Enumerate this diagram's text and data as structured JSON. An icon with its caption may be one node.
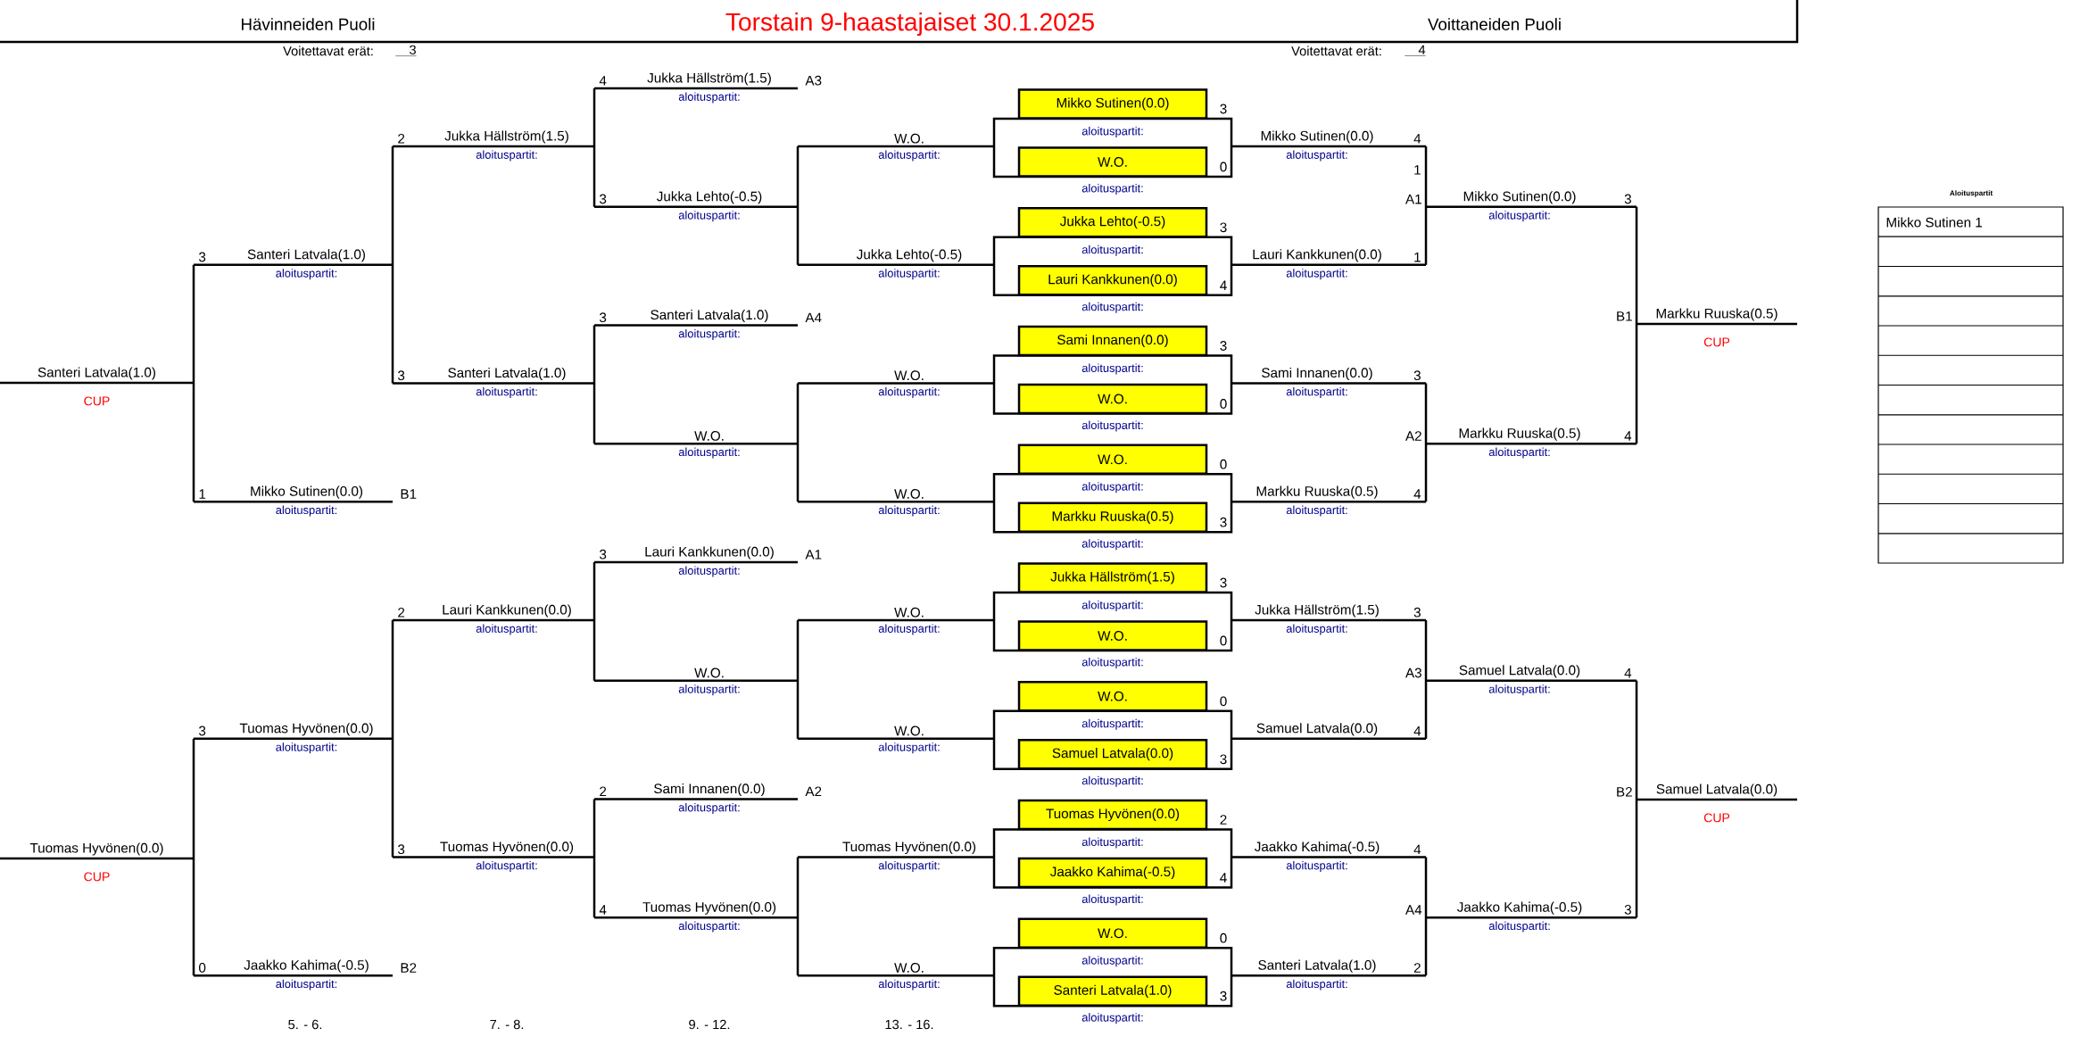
{
  "diagram": {
    "title": "Torstain 9-haastajaiset 30.1.2025",
    "nodes": [
      {
        "text": [
          "Mikko Sutinen(0.0)"
        ],
        "beside": [
          "3",
          "aloituspartit:"
        ]
      },
      {
        "text": [
          "W.O."
        ],
        "beside": [
          "0",
          "aloituspartit:"
        ]
      },
      {
        "text": [
          "Jukka Lehto(-0.5)"
        ],
        "beside": [
          "3",
          "aloituspartit:"
        ]
      },
      {
        "text": [
          "Lauri Kankkunen(0.0)"
        ],
        "beside": [
          "4",
          "aloituspartit:"
        ]
      },
      {
        "text": [
          "Sami Innanen(0.0)"
        ],
        "beside": [
          "3",
          "aloituspartit:"
        ]
      },
      {
        "text": [
          "W.O."
        ],
        "beside": [
          "0",
          "aloituspartit:"
        ]
      },
      {
        "text": [
          "W.O."
        ],
        "beside": [
          "0",
          "aloituspartit:"
        ]
      },
      {
        "text": [
          "Markku Ruuska(0.5)"
        ],
        "beside": [
          "3",
          "aloituspartit:"
        ]
      },
      {
        "text": [
          "Jukka Hällström(1.5)"
        ],
        "beside": [
          "3",
          "aloituspartit:"
        ]
      },
      {
        "text": [
          "W.O."
        ],
        "beside": [
          "0",
          "aloituspartit:"
        ]
      },
      {
        "text": [
          "W.O."
        ],
        "beside": [
          "0",
          "aloituspartit:"
        ]
      },
      {
        "text": [
          "Samuel Latvala(0.0)"
        ],
        "beside": [
          "3",
          "aloituspartit:"
        ]
      },
      {
        "text": [
          "Tuomas Hyvönen(0.0)"
        ],
        "beside": [
          "2",
          "aloituspartit:"
        ]
      },
      {
        "text": [
          "Jaakko Kahima(-0.5)"
        ],
        "beside": [
          "4",
          "aloituspartit:"
        ]
      },
      {
        "text": [
          "W.O."
        ],
        "beside": [
          "0",
          "aloituspartit:"
        ]
      },
      {
        "text": [
          "Santeri Latvala(1.0)"
        ],
        "beside": [
          "3",
          "aloituspartit:"
        ]
      }
    ],
    "labels": [
      "Hävinneiden Puoli",
      "Voittaneiden Puoli",
      "Voitettavat erät:",
      "3",
      "Voitettavat erät:",
      "4",
      "Santeri Latvala(1.0)",
      "CUP",
      "Tuomas Hyvönen(0.0)",
      "CUP",
      "3",
      "Santeri Latvala(1.0)",
      "aloituspartit:",
      "1",
      "Mikko Sutinen(0.0)",
      "B1",
      "aloituspartit:",
      "3",
      "Tuomas Hyvönen(0.0)",
      "aloituspartit:",
      "0",
      "Jaakko Kahima(-0.5)",
      "B2",
      "aloituspartit:",
      "2",
      "Jukka Hällström(1.5)",
      "aloituspartit:",
      "3",
      "Santeri Latvala(1.0)",
      "aloituspartit:",
      "2",
      "Lauri Kankkunen(0.0)",
      "aloituspartit:",
      "3",
      "Tuomas Hyvönen(0.0)",
      "aloituspartit:",
      "4",
      "Jukka Hällström(1.5)",
      "A3",
      "aloituspartit:",
      "3",
      "Jukka Lehto(-0.5)",
      "aloituspartit:",
      "3",
      "Santeri Latvala(1.0)",
      "A4",
      "aloituspartit:",
      "W.O.",
      "aloituspartit:",
      "3",
      "Lauri Kankkunen(0.0)",
      "A1",
      "aloituspartit:",
      "W.O.",
      "aloituspartit:",
      "2",
      "Sami Innanen(0.0)",
      "A2",
      "aloituspartit:",
      "4",
      "Tuomas Hyvönen(0.0)",
      "aloituspartit:",
      "W.O.",
      "aloituspartit:",
      "Jukka Lehto(-0.5)",
      "aloituspartit:",
      "W.O.",
      "aloituspartit:",
      "W.O.",
      "aloituspartit:",
      "W.O.",
      "aloituspartit:",
      "W.O.",
      "aloituspartit:",
      "Tuomas Hyvönen(0.0)",
      "aloituspartit:",
      "W.O.",
      "aloituspartit:",
      "Mikko Sutinen(0.0)",
      "4",
      "aloituspartit:",
      "1",
      "Lauri Kankkunen(0.0)",
      "1",
      "aloituspartit:",
      "Sami Innanen(0.0)",
      "3",
      "aloituspartit:",
      "Markku Ruuska(0.5)",
      "4",
      "aloituspartit:",
      "Jukka Hällström(1.5)",
      "3",
      "aloituspartit:",
      "Samuel Latvala(0.0)",
      "4",
      "Jaakko Kahima(-0.5)",
      "4",
      "aloituspartit:",
      "Santeri Latvala(1.0)",
      "2",
      "aloituspartit:",
      "A1",
      "Mikko Sutinen(0.0)",
      "3",
      "aloituspartit:",
      "A2",
      "Markku Ruuska(0.5)",
      "4",
      "aloituspartit:",
      "A3",
      "Samuel Latvala(0.0)",
      "4",
      "aloituspartit:",
      "A4",
      "Jaakko Kahima(-0.5)",
      "3",
      "aloituspartit:",
      "B1",
      "Markku Ruuska(0.5)",
      "CUP",
      "B2",
      "Samuel Latvala(0.0)",
      "CUP",
      "5. - 6.",
      "7. - 8.",
      "9. - 12.",
      "13. - 16.",
      "Aloituspartit",
      "Mikko Sutinen 1"
    ]
  }
}
